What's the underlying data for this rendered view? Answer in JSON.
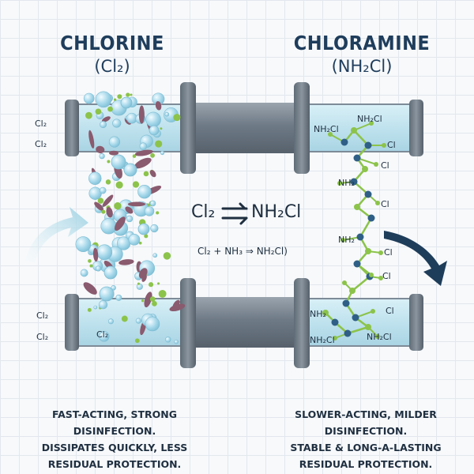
{
  "left": {
    "title": "CHLORINE",
    "formula": "(Cl₂)",
    "description": [
      "FAST-ACTING, STRONG DISINFECTION.",
      "DISSIPATES QUICKLY, LESS",
      "RESIDUAL PROTECTION."
    ],
    "labels": [
      "Cl₂",
      "Cl₂",
      "Cl₂",
      "Cl₂",
      "Cl₂"
    ]
  },
  "right": {
    "title": "CHLORAMINE",
    "formula": "(NH₂Cl)",
    "description": [
      "SLOWER-ACTING, MILDER DISINFECTION.",
      "STABLE & LONG-A-LASTING",
      "RESIDUAL PROTECTION."
    ],
    "labels": [
      "NH₂Cl",
      "NH₂Cl",
      "Cl",
      "Cl",
      "NH₂",
      "Cl",
      "NH₂",
      "Cl",
      "Cl",
      "NH₂",
      "Cl",
      "NH₂Cl",
      "NH₂Cl"
    ]
  },
  "center": {
    "reactant": "Cl₂",
    "product": "NH₂Cl",
    "equation": "Cl₂ + NH₃ ⇒ NH₂Cl)"
  },
  "colors": {
    "title": "#1f3d5c",
    "pipe_water": "#bfe2ee",
    "pipe_metal": "#6e7a86",
    "bubble": "#a6d8ea",
    "molecule_green": "#8cc34a",
    "molecule_blue": "#2f5f86",
    "bacteria": "#8a5a6e",
    "arrow_dark": "#1e3d5a"
  },
  "icons": [
    "curved-arrow-in-icon",
    "curved-arrow-down-icon",
    "reaction-arrow-icon"
  ]
}
